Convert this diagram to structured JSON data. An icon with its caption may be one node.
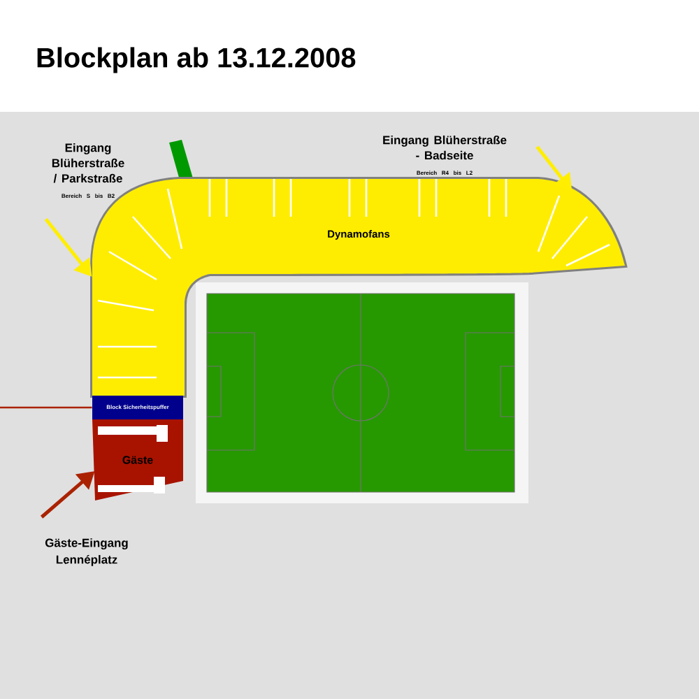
{
  "diagram": {
    "title": "Blockplan ab 13.12.2008",
    "nodes": [
      {
        "text": [
          "Dynamofans"
        ]
      },
      {
        "text": [
          "Block Sicherheitspuffer"
        ]
      },
      {
        "text": [
          "Gäste"
        ]
      },
      {
        "text": [
          "Eingang Blüherstraße / Parkstraße",
          "Bereich S bis B2"
        ]
      },
      {
        "text": [
          "Eingang Blüherstraße - Badseite",
          "Bereich R4 bis L2"
        ]
      },
      {
        "text": [
          "Gäste-Eingang Lennéplatz"
        ]
      }
    ],
    "edges": [
      {
        "from": 3,
        "to": 0,
        "arrow": "to",
        "color": "#ffee00"
      },
      {
        "from": 4,
        "to": 0,
        "arrow": "to",
        "color": "#ffee00"
      },
      {
        "from": 5,
        "to": 2,
        "arrow": "to",
        "color": "#aa2200"
      },
      {
        "from": null,
        "to": 1,
        "arrow": "none",
        "color": "#aa2200"
      }
    ]
  }
}
